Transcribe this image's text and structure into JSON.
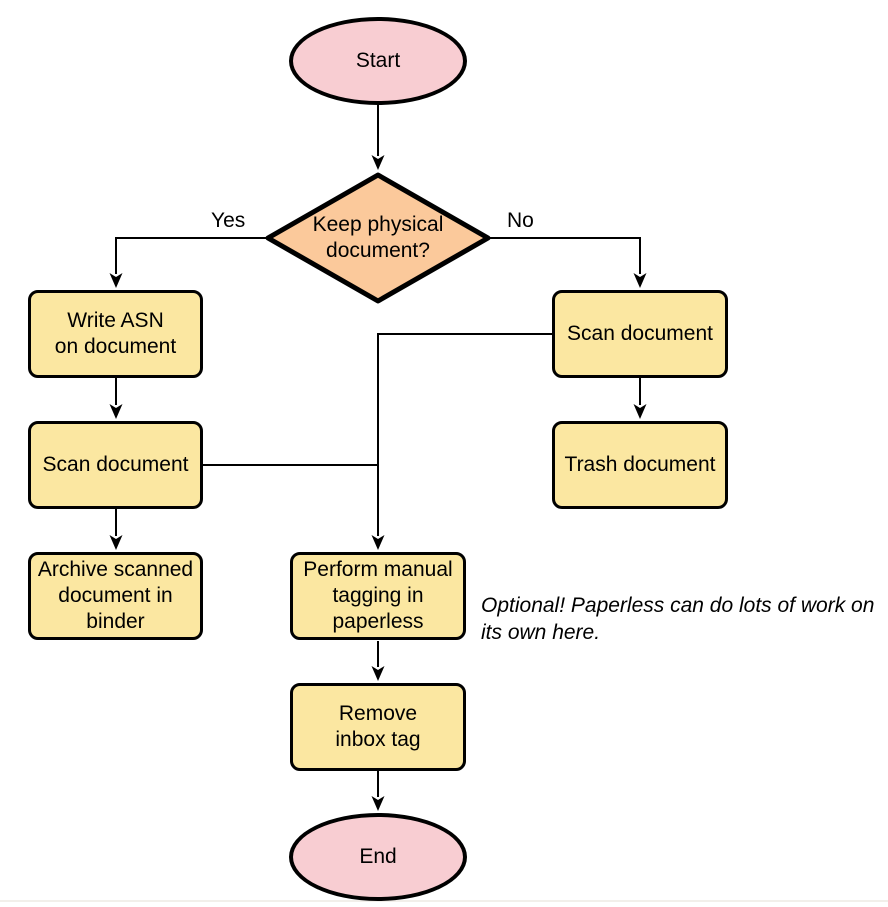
{
  "palette": {
    "terminator_fill": "#f8cdd2",
    "decision_fill": "#fbc99b",
    "process_fill": "#fbe7a1",
    "stroke": "#000000",
    "text": "#000000"
  },
  "nodes": {
    "start": {
      "type": "terminator",
      "lines": [
        "Start"
      ]
    },
    "decision": {
      "type": "decision",
      "lines": [
        "Keep physical",
        "document?"
      ]
    },
    "write_asn": {
      "type": "process",
      "lines": [
        "Write ASN",
        "on document"
      ]
    },
    "scan_left": {
      "type": "process",
      "lines": [
        "Scan document"
      ]
    },
    "archive": {
      "type": "process",
      "lines": [
        "Archive scanned",
        "document in",
        "binder"
      ]
    },
    "scan_right": {
      "type": "process",
      "lines": [
        "Scan document"
      ]
    },
    "trash": {
      "type": "process",
      "lines": [
        "Trash document"
      ]
    },
    "tagging": {
      "type": "process",
      "lines": [
        "Perform manual",
        "tagging in",
        "paperless"
      ]
    },
    "remove_inbox": {
      "type": "process",
      "lines": [
        "Remove",
        "inbox tag"
      ]
    },
    "end": {
      "type": "terminator",
      "lines": [
        "End"
      ]
    }
  },
  "edge_labels": {
    "yes": "Yes",
    "no": "No"
  },
  "annotation": {
    "lines": [
      "Optional! Paperless can do lots of work on",
      "its own here."
    ]
  }
}
